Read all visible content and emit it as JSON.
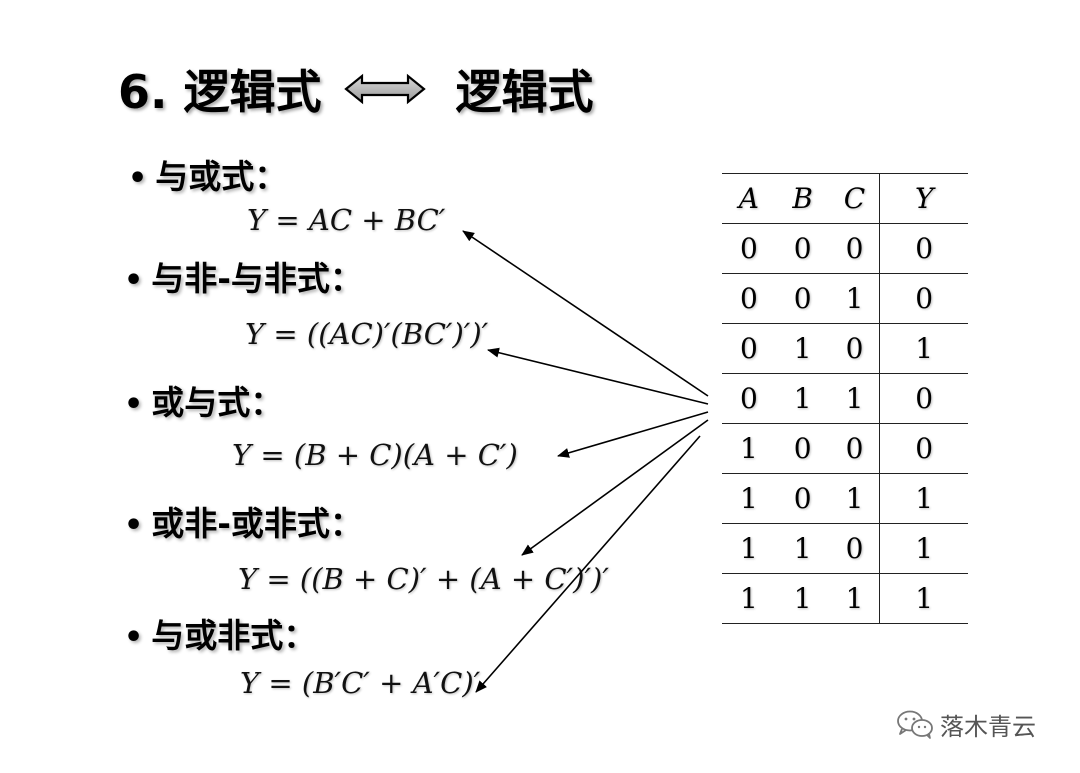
{
  "title": {
    "left": "6. 逻辑式",
    "right": "逻辑式"
  },
  "sections": [
    {
      "bullet": "•",
      "label": "与或式：",
      "formula": "Y = AC + BC′"
    },
    {
      "bullet": "•",
      "label": "与非-与非式：",
      "formula": "Y = ((AC)′(BC′)′)′"
    },
    {
      "bullet": "•",
      "label": "或与式：",
      "formula": "Y  =  (B  +  C)(A  +  C′)"
    },
    {
      "bullet": "•",
      "label": "或非-或非式：",
      "formula": "Y = ((B + C)′ + (A + C′)′)′"
    },
    {
      "bullet": "•",
      "label": "与或非式：",
      "formula": "Y = (B′C′ + A′C)′"
    }
  ],
  "truth_table": {
    "headers": [
      "A",
      "B",
      "C",
      "Y"
    ],
    "rows": [
      [
        "0",
        "0",
        "0",
        "0"
      ],
      [
        "0",
        "0",
        "1",
        "0"
      ],
      [
        "0",
        "1",
        "0",
        "1"
      ],
      [
        "0",
        "1",
        "1",
        "0"
      ],
      [
        "1",
        "0",
        "0",
        "0"
      ],
      [
        "1",
        "0",
        "1",
        "1"
      ],
      [
        "1",
        "1",
        "0",
        "1"
      ],
      [
        "1",
        "1",
        "1",
        "1"
      ]
    ]
  },
  "watermark": {
    "text": "落木青云",
    "icon": "wechat-icon"
  }
}
